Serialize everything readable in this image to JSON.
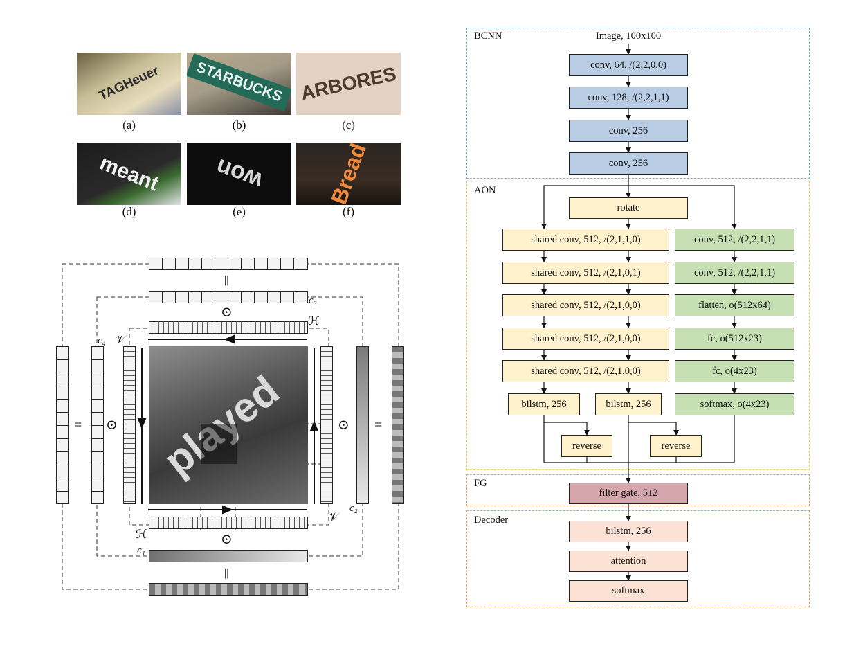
{
  "left_panel": {
    "thumbnails": [
      {
        "text": "TAGHeuer",
        "caption": "(a)"
      },
      {
        "text": "STARBUCKS",
        "caption": "(b)"
      },
      {
        "text": "ARBORES",
        "caption": "(c)"
      },
      {
        "text": "meant",
        "caption": "(d)"
      },
      {
        "text": "won",
        "caption": "(e)"
      },
      {
        "text": "Bread",
        "caption": "(f)"
      }
    ],
    "center_image_text": "played",
    "labels": {
      "c1": "c₁",
      "c2": "c₂",
      "c3": "c₃",
      "c4": "c₄",
      "H": "ℋ",
      "V": "𝒱"
    },
    "symbols": {
      "equals_h": "||",
      "equals_v": "=",
      "odot": "⊙"
    }
  },
  "diagram": {
    "groups": {
      "bcnn": {
        "label": "BCNN",
        "color": "#6aaed6"
      },
      "aon": {
        "label": "AON",
        "color": "#f2c94c"
      },
      "fg": {
        "label": "FG",
        "color": "#e8985e"
      },
      "decoder": {
        "label": "Decoder",
        "color": "#e8985e"
      }
    },
    "input_label": "Image, 100x100",
    "bcnn_layers": [
      "conv, 64, /(2,2,0,0)",
      "conv, 128, /(2,2,1,1)",
      "conv, 256",
      "conv, 256"
    ],
    "rotate": "rotate",
    "shared_layers": [
      "shared conv, 512, /(2,1,1,0)",
      "shared conv, 512, /(2,1,0,1)",
      "shared conv, 512, /(2,1,0,0)",
      "shared conv, 512, /(2,1,0,0)",
      "shared conv, 512, /(2,1,0,0)"
    ],
    "green_layers": [
      "conv, 512, /(2,2,1,1)",
      "conv, 512, /(2,2,1,1)",
      "flatten, o(512x64)",
      "fc, o(512x23)",
      "fc, o(4x23)",
      "softmax, o(4x23)"
    ],
    "bilstm_left": "bilstm, 256",
    "bilstm_right": "bilstm, 256",
    "reverse": "reverse",
    "filter_gate": "filter gate, 512",
    "decoder_layers": [
      "bilstm, 256",
      "attention",
      "softmax"
    ]
  }
}
